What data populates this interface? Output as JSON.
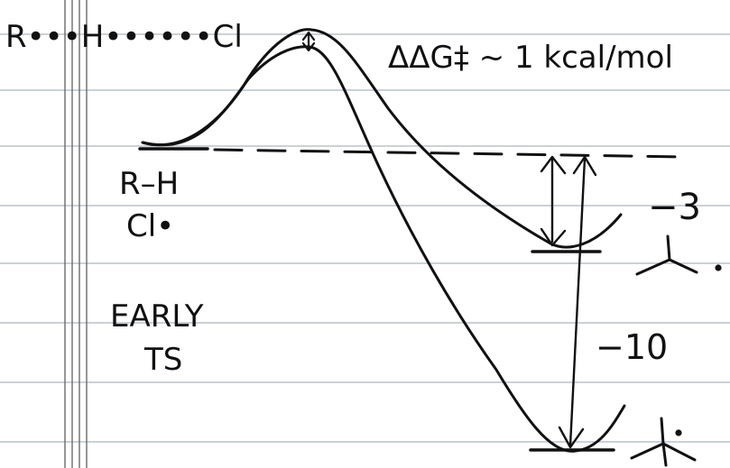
{
  "diagram": {
    "ts_label": "R•••H••••••Cl",
    "delta_label": "ΔΔG‡ ~ 1 kcal/mol",
    "reactant_line1": "R–H",
    "reactant_line2": "Cl•",
    "early_ts_line1": "EARLY",
    "early_ts_line2": "TS",
    "energy_small": "−3",
    "energy_large": "−10",
    "ink_color": "#111111",
    "rule_color": "#9aa3ad",
    "margin_color": "#6b6b6b"
  }
}
